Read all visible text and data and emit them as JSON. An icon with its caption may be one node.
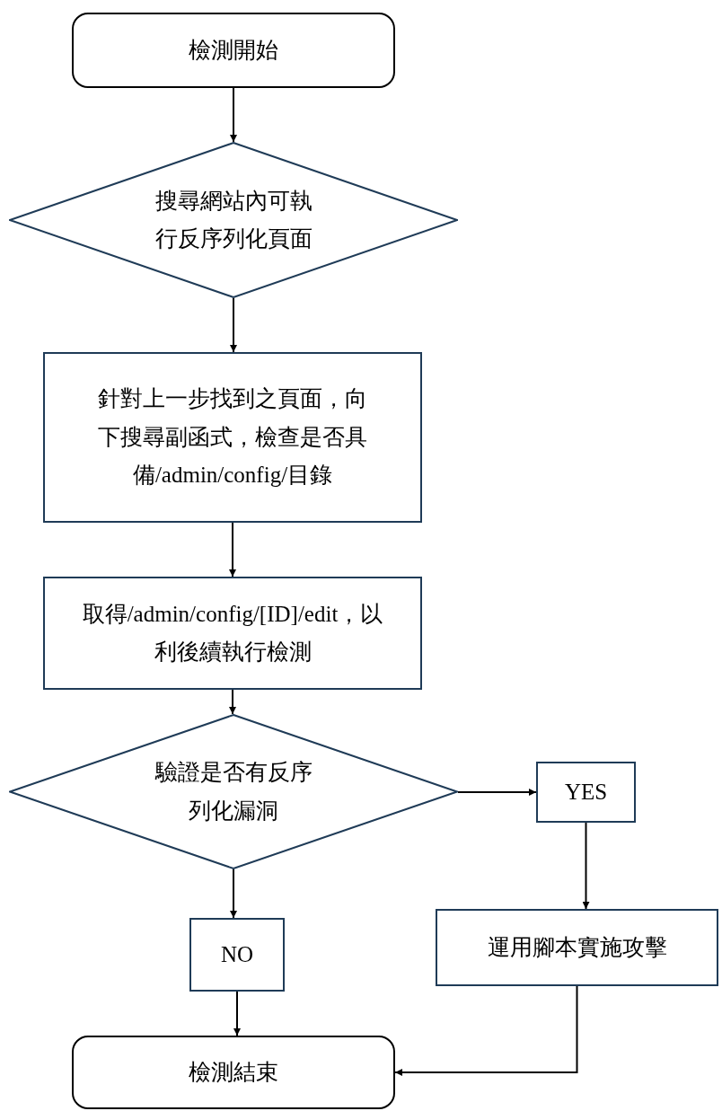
{
  "diagram": {
    "nodes": [
      {
        "text": [
          "檢測開始"
        ]
      },
      {
        "text": [
          "搜尋網站內可執行反序列化頁面"
        ]
      },
      {
        "text": [
          "針對上一步找到之頁面，向下搜尋副函式，檢查是否具備/admin/config/目錄"
        ]
      },
      {
        "text": [
          "取得/admin/config/[ID]/edit，以利後續執行檢測"
        ]
      },
      {
        "text": [
          "驗證是否有反序列化漏洞"
        ]
      },
      {
        "text": [
          "YES"
        ]
      },
      {
        "text": [
          "運用腳本實施攻擊"
        ]
      },
      {
        "text": [
          "NO"
        ]
      },
      {
        "text": [
          "檢測結束"
        ]
      }
    ],
    "edges": [
      {
        "from": 0,
        "to": 1,
        "arrow": "to"
      },
      {
        "from": 1,
        "to": 2,
        "arrow": "to"
      },
      {
        "from": 2,
        "to": 3,
        "arrow": "to"
      },
      {
        "from": 3,
        "to": 4,
        "arrow": "to"
      },
      {
        "from": 4,
        "to": 5,
        "arrow": "to"
      },
      {
        "from": 5,
        "to": 6,
        "arrow": "to"
      },
      {
        "from": 4,
        "to": 7,
        "arrow": "to"
      },
      {
        "from": 7,
        "to": 8,
        "arrow": "to"
      },
      {
        "from": 6,
        "to": 8,
        "arrow": "to"
      }
    ]
  }
}
